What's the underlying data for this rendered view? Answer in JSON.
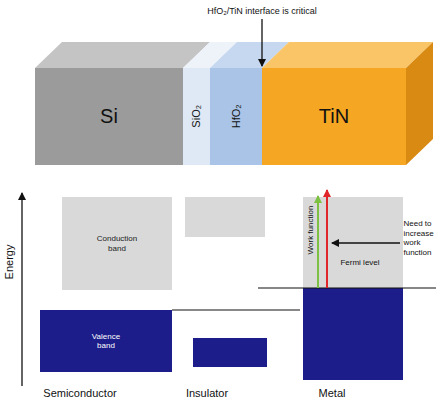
{
  "diagram": {
    "nodes": [
      {
        "text": [
          "Si"
        ]
      },
      {
        "text": [
          "SiO₂"
        ]
      },
      {
        "text": [
          "HfO₂"
        ]
      },
      {
        "text": [
          "TiN"
        ]
      },
      {
        "text": [
          "Conduction band"
        ]
      },
      {
        "text": [
          "Valence band"
        ]
      }
    ],
    "labels": [
      "HfO₂/TiN interface is critical",
      "Energy",
      "Work function",
      "Fermi level",
      "Need to increase work function",
      "Semiconductor",
      "Insulator",
      "Metal"
    ]
  }
}
